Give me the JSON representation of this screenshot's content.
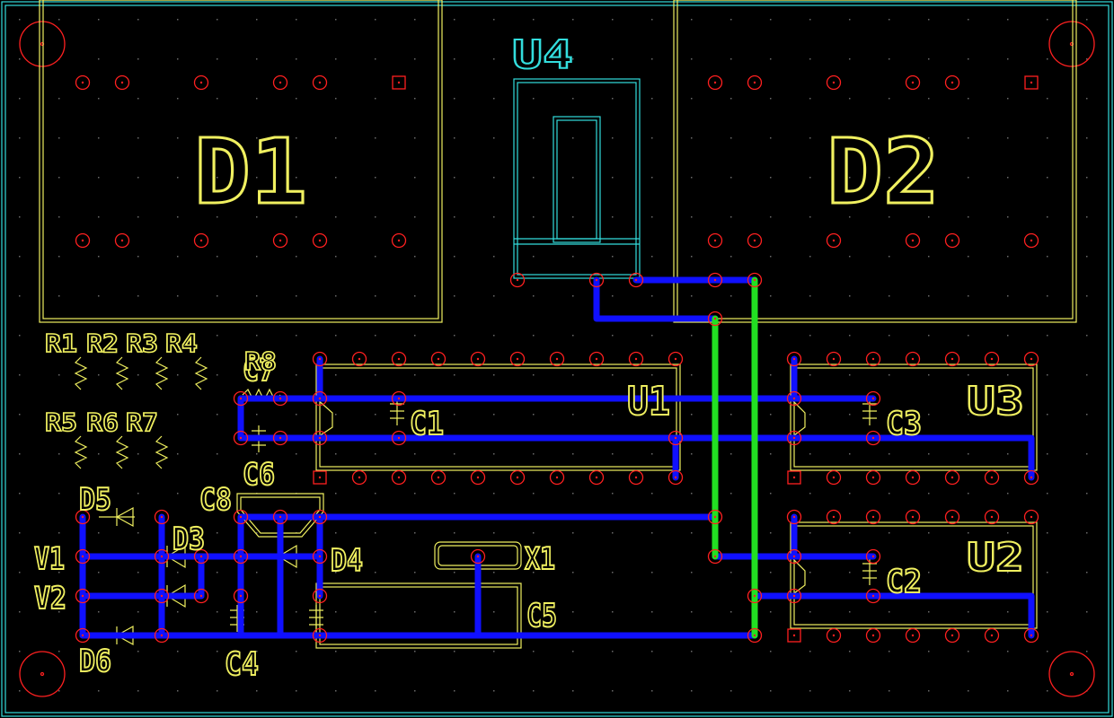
{
  "colors": {
    "background": "#000000",
    "board_outline": "#33dddd",
    "silkscreen": "#f0f060",
    "pads": "#ff2020",
    "trace_bottom": "#1010ff",
    "trace_top": "#22e022",
    "grid": "#6a6a6a"
  },
  "components": {
    "D1": "D1",
    "D2": "D2",
    "U4": "U4",
    "U1": "U1",
    "U3": "U3",
    "U2": "U2",
    "C1": "C1",
    "C2": "C2",
    "C3": "C3",
    "C4": "C4",
    "C5": "C5",
    "C6": "C6",
    "C7": "C7",
    "C8": "C8",
    "D3": "D3",
    "D4": "D4",
    "D5": "D5",
    "D6": "D6",
    "V1": "V1",
    "V2": "V2",
    "X1": "X1",
    "R1": "R1",
    "R2": "R2",
    "R3": "R3",
    "R4": "R4",
    "R5": "R5",
    "R6": "R6",
    "R7": "R7",
    "R8": "R8"
  }
}
